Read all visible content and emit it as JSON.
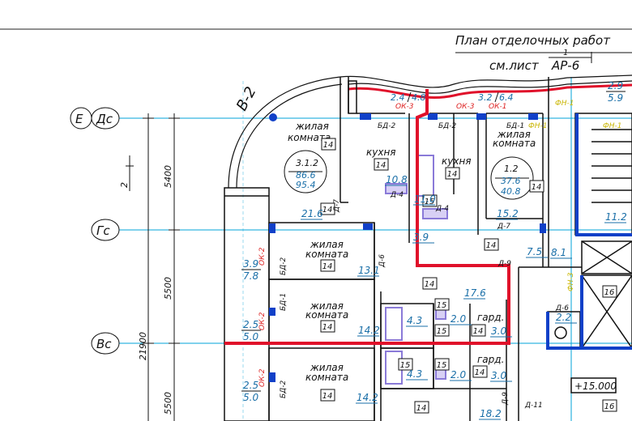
{
  "title": {
    "line1": "План  отделочных  работ",
    "line2": "см.лист",
    "sheet_ref": "АР-6",
    "superscript": "1"
  },
  "section_label": "В-2",
  "axis_labels": {
    "E": "Е",
    "Ds": "Дс",
    "Gs": "Гс",
    "Vs": "Вс"
  },
  "cut_mark": "2",
  "dimensions": {
    "d1": "5400",
    "d2": "5500",
    "d3": "21900",
    "d4": "5500"
  },
  "apartments": [
    {
      "code": "3.1.2",
      "area": "86.6",
      "total": "95.4"
    },
    {
      "code": "1.2",
      "area": "37.6",
      "total": "40.8"
    }
  ],
  "rooms": {
    "living_label": "жилая",
    "living_label2": "комната",
    "kitchen": "кухня",
    "corridor": "гард."
  },
  "room_tags": [
    "14",
    "14",
    "14",
    "14",
    "14",
    "14",
    "14",
    "14",
    "14",
    "14",
    "15",
    "15",
    "15",
    "15",
    "15",
    "16",
    "16",
    "14",
    "14",
    "14"
  ],
  "areas": [
    "21.6",
    "13.1",
    "14.2",
    "14.2",
    "10.8",
    "11.0",
    "3.9",
    "15.2",
    "7.5",
    "8.1",
    "17.6",
    "4.3",
    "2.0",
    "4.3",
    "2.0",
    "3.0",
    "3.0",
    "11.2",
    "2.2",
    "18.2"
  ],
  "opening_pairs": [
    {
      "a": "2.4",
      "b": "4.8"
    },
    {
      "a": "3.2",
      "b": "6.4"
    },
    {
      "a": "2.9",
      "b": "5.9"
    },
    {
      "a": "3.9",
      "b": "7.8"
    },
    {
      "a": "2.5",
      "b": "5.0"
    },
    {
      "a": "2.5",
      "b": "5.0"
    }
  ],
  "window_codes": [
    "ОК-3",
    "ОК-3",
    "ОК-1",
    "ОК-2",
    "ОК-2",
    "ОК-2"
  ],
  "door_codes": [
    "БД-2",
    "БД-2",
    "БД-1",
    "БД-2",
    "БД-1",
    "БД-2",
    "Д-4",
    "Д-4",
    "Д-7",
    "Д-7",
    "Д-6",
    "Д-9",
    "Д-6",
    "Д-9",
    "Д-11",
    "ФН-1",
    "ФН-1",
    "ФН-1",
    "ФН-3"
  ],
  "level_mark": "+15.000",
  "colors": {
    "wall": "#111111",
    "axis": "#00a3d9",
    "blue": "#1040c8",
    "red": "#e0102a",
    "fixture": "#8a7ad8"
  }
}
